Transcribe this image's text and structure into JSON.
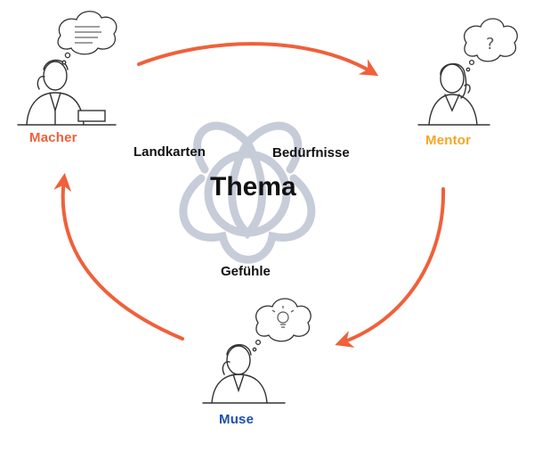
{
  "center": {
    "title": "Thema",
    "topics": [
      "Landkarten",
      "Bedürfnisse",
      "Gefühle"
    ]
  },
  "roles": [
    {
      "label": "Macher",
      "color": "#f0603a",
      "thought": "notes-icon"
    },
    {
      "label": "Mentor",
      "color": "#f5a623",
      "thought": "question-mark-icon"
    },
    {
      "label": "Muse",
      "color": "#1f4fb0",
      "thought": "light-bulb-icon"
    }
  ],
  "colors": {
    "arrow": "#f0603a",
    "knot": "#c7ccd9",
    "sketch": "#333333"
  }
}
